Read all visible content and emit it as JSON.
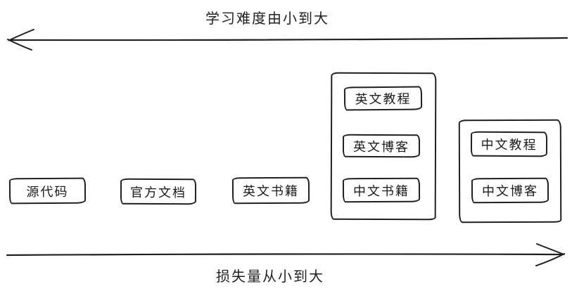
{
  "diagram": {
    "background_color": "#ffffff",
    "ink_color": "#1f1f1f",
    "top_axis": {
      "label": "学习难度由小到大",
      "direction": "left"
    },
    "bottom_axis": {
      "label": "损失量从小到大",
      "direction": "right"
    },
    "nodes": [
      {
        "label": "源代码"
      },
      {
        "label": "官方文档"
      },
      {
        "label": "英文书籍"
      }
    ],
    "groups": [
      {
        "name": "english-and-chinese-books-group",
        "items": [
          {
            "label": "英文教程"
          },
          {
            "label": "英文博客"
          },
          {
            "label": "中文书籍"
          }
        ]
      },
      {
        "name": "chinese-resources-group",
        "items": [
          {
            "label": "中文教程"
          },
          {
            "label": "中文博客"
          }
        ]
      }
    ]
  }
}
